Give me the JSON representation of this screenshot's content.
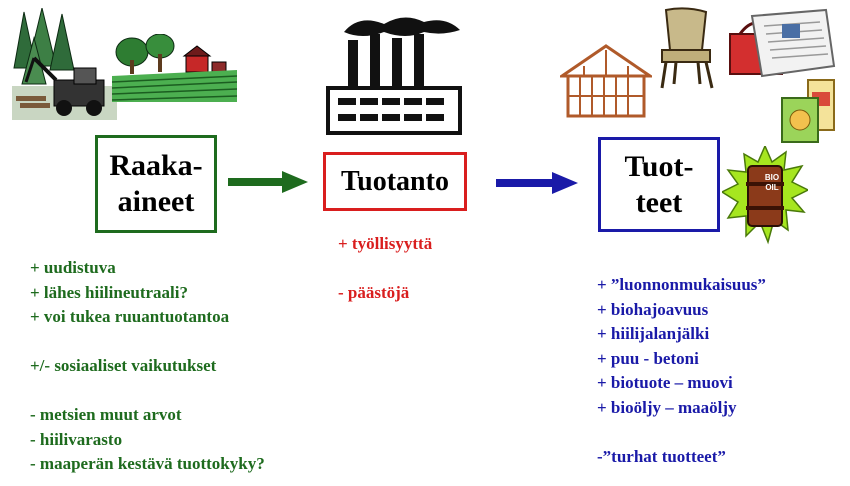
{
  "boxes": {
    "raw_materials": {
      "line1": "Raaka-",
      "line2": "aineet"
    },
    "production": {
      "label": "Tuotanto"
    },
    "products": {
      "line1": "Tuot-",
      "line2": "teet"
    }
  },
  "raw_materials_notes": [
    "+ uudistuva",
    "+ lähes hiilineutraali?",
    "+ voi tukea ruuantuotantoa",
    "",
    "+/- sosiaaliset vaikutukset",
    "",
    "- metsien muut arvot",
    "- hiilivarasto",
    "- maaperän kestävä tuottokyky?"
  ],
  "production_notes": [
    "+ työllisyyttä",
    "",
    "- päästöjä"
  ],
  "products_notes": [
    "+ ”luonnonmukaisuus”",
    "+ biohajoavuus",
    "+ hiilijalanjälki",
    "+ puu - betoni",
    "+ biotuote – muovi",
    "+ bioöljy – maaöljy",
    "",
    "-”turhat tuotteet”"
  ],
  "barrel_label": {
    "line1": "BIO",
    "line2": "OIL"
  },
  "colors": {
    "green": "#1e6b1e",
    "red": "#d91e1e",
    "blue": "#1a1aa8"
  },
  "icons": [
    "forest-harvester-icon",
    "farm-icon",
    "factory-icon",
    "house-frame-icon",
    "chair-icon",
    "newspaper-bag-icon",
    "food-package-icon",
    "bio-oil-barrel-icon"
  ]
}
